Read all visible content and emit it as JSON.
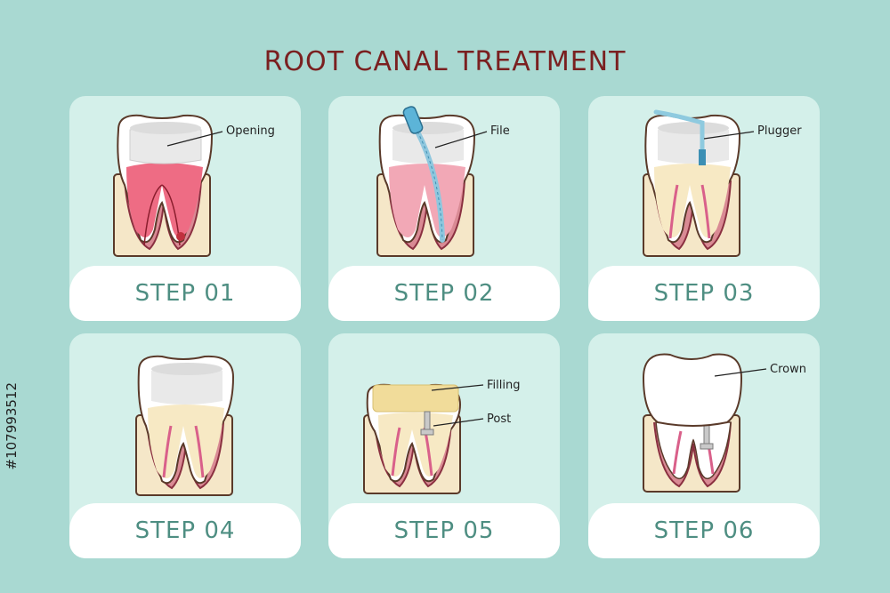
{
  "title": "ROOT CANAL TREATMENT",
  "colors": {
    "background": "#a9d9d2",
    "card": "#d4f0ea",
    "title": "#7a2020",
    "step_text": "#4e8e82",
    "gum": "#d98a94",
    "bone": "#f5e7c8",
    "pulp": "#ee6c84"
  },
  "cards": [
    {
      "step": "STEP 01",
      "labels": [
        "Opening"
      ],
      "icon": "tooth-opening-icon"
    },
    {
      "step": "STEP 02",
      "labels": [
        "File"
      ],
      "icon": "tooth-file-icon"
    },
    {
      "step": "STEP 03",
      "labels": [
        "Plugger"
      ],
      "icon": "tooth-plugger-icon"
    },
    {
      "step": "STEP 04",
      "labels": [],
      "icon": "tooth-sealed-icon"
    },
    {
      "step": "STEP 05",
      "labels": [
        "Filling",
        "Post"
      ],
      "icon": "tooth-filling-post-icon"
    },
    {
      "step": "STEP 06",
      "labels": [
        "Crown"
      ],
      "icon": "tooth-crown-icon"
    }
  ],
  "watermark": "#107993512"
}
